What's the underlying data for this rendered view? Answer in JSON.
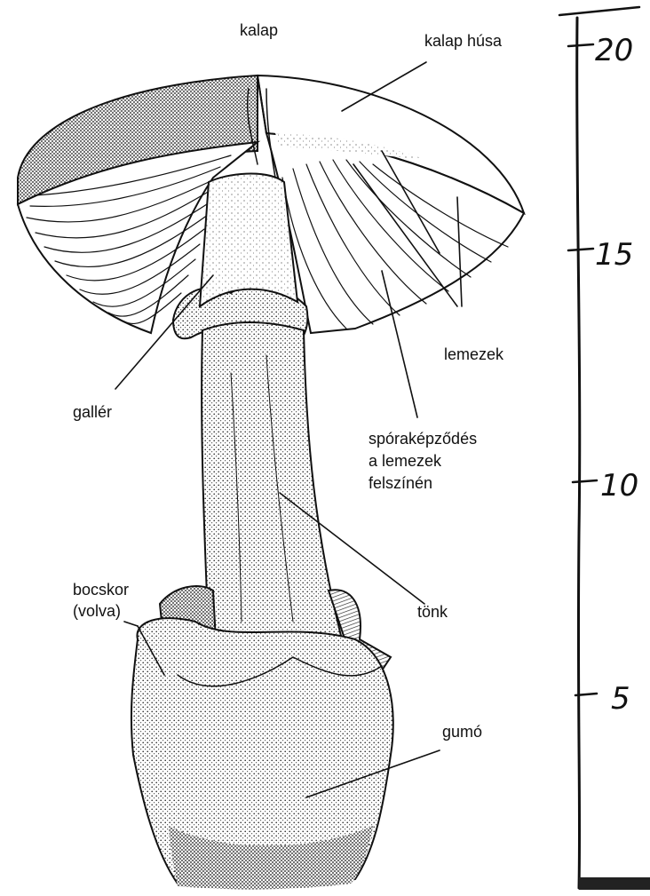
{
  "labels": {
    "kalap": "kalap",
    "kalap_husa": "kalap húsa",
    "lemezek": "lemezek",
    "galler": "gallér",
    "spora_line1": "spóraképződés",
    "spora_line2": "a lemezek",
    "spora_line3": "felszínén",
    "tonk": "tönk",
    "bocskor_line1": "bocskor",
    "bocskor_line2": "(volva)",
    "gumo": "gumó"
  },
  "scale": {
    "ticks": [
      "20",
      "15",
      "10",
      "5"
    ]
  }
}
